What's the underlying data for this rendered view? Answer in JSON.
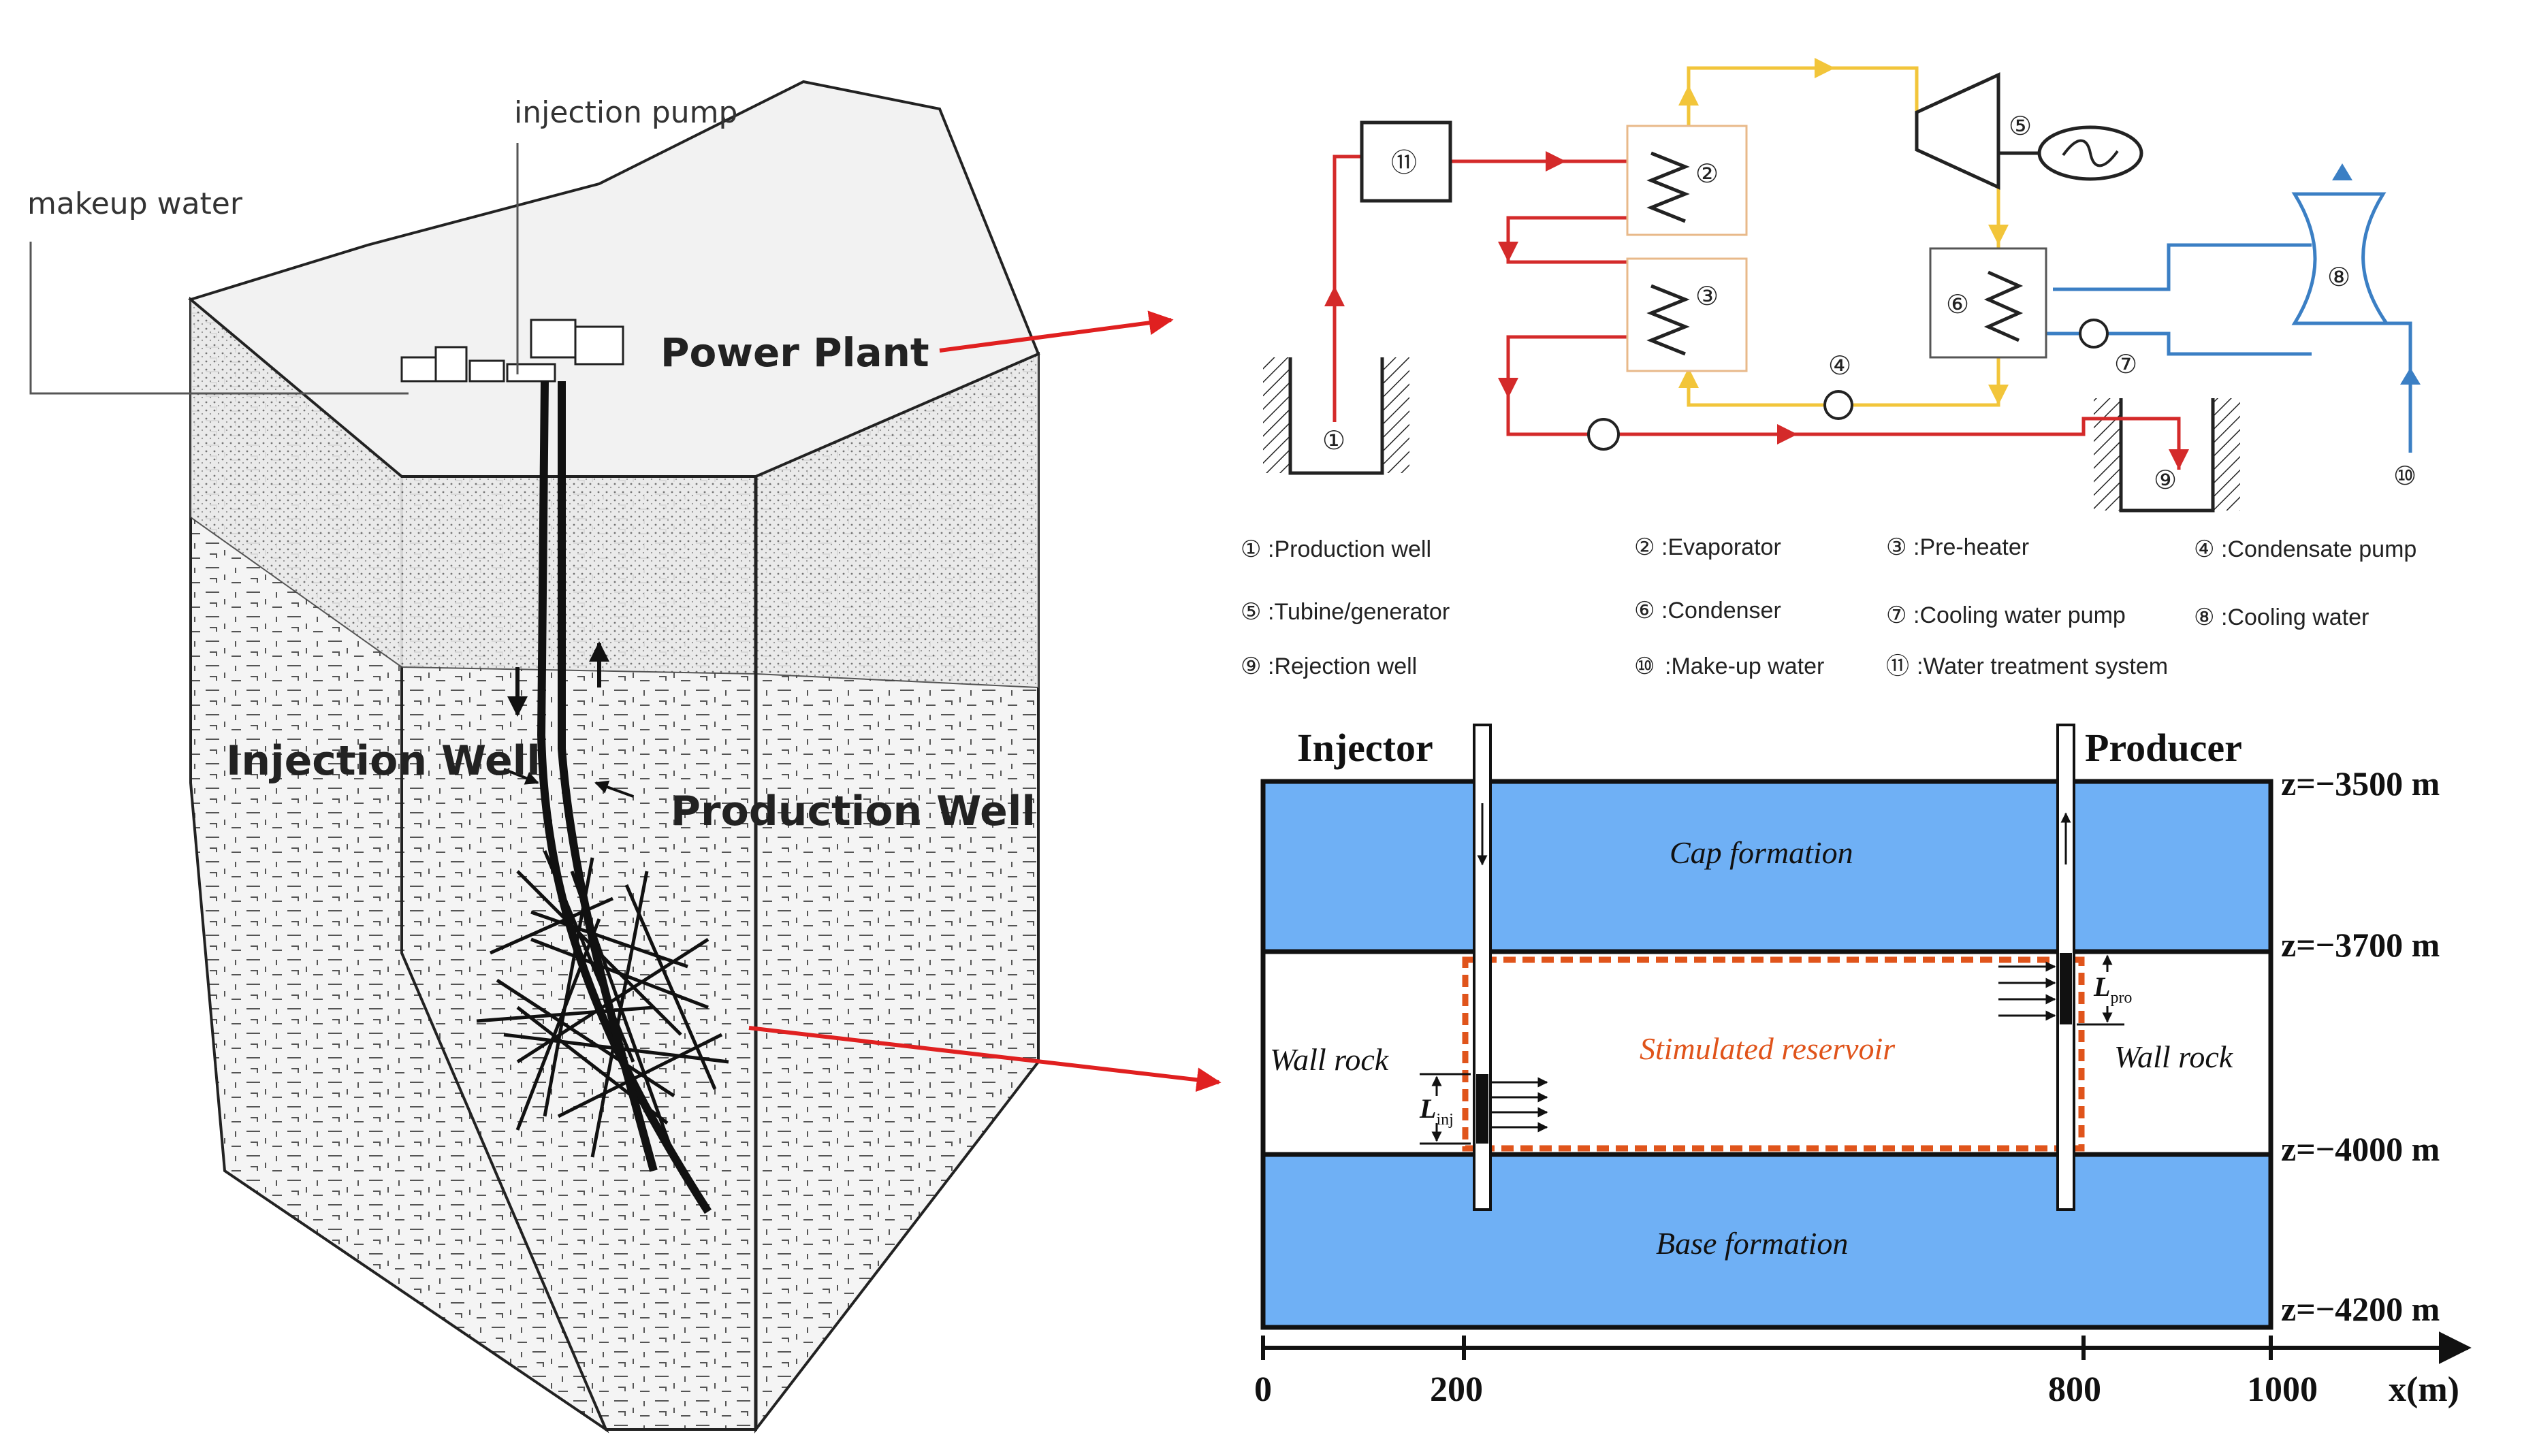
{
  "block_diagram": {
    "labels": {
      "injection_pump": "injection pump",
      "makeup_water": "makeup water",
      "power_plant": "Power Plant",
      "injection_well": "Injection Well",
      "production_well": "Production Well"
    }
  },
  "orc_schematic": {
    "components": {
      "c1": "①",
      "c2": "②",
      "c3": "③",
      "c4": "④",
      "c5": "⑤",
      "c6": "⑥",
      "c7": "⑦",
      "c8": "⑧",
      "c9": "⑨",
      "c10": "⑩",
      "c11": "⑪"
    },
    "legend": [
      ":Production well",
      ":Evaporator",
      ":Pre-heater",
      ":Condensate pump",
      ":Tubine/generator",
      ":Condenser",
      ":Cooling water pump",
      ":Cooling water",
      ":Rejection well",
      ":Make-up water",
      ":Water treatment system"
    ],
    "colors": {
      "hot_brine": "#d42a2a",
      "working_fluid": "#f2c53a",
      "cooling_water": "#3b7fc4",
      "hx_box": "#e8b98a"
    }
  },
  "reservoir_model": {
    "injector": "Injector",
    "producer": "Producer",
    "cap_formation": "Cap formation",
    "base_formation": "Base formation",
    "stimulated_reservoir": "Stimulated reservoir",
    "wall_rock_left": "Wall rock",
    "wall_rock_right": "Wall rock",
    "l_inj": "L",
    "l_inj_sub": "inj",
    "l_pro": "L",
    "l_pro_sub": "pro",
    "depths": [
      "z=−3500 m",
      "z=−3700 m",
      "z=−4000 m",
      "z=−4200 m"
    ],
    "x_ticks": [
      "0",
      "200",
      "800",
      "1000"
    ],
    "x_axis_label": "x(m)",
    "colors": {
      "formation": "#6fb0f5",
      "stimulated_outline": "#e0541b",
      "stimulated_text": "#e0541b"
    }
  }
}
